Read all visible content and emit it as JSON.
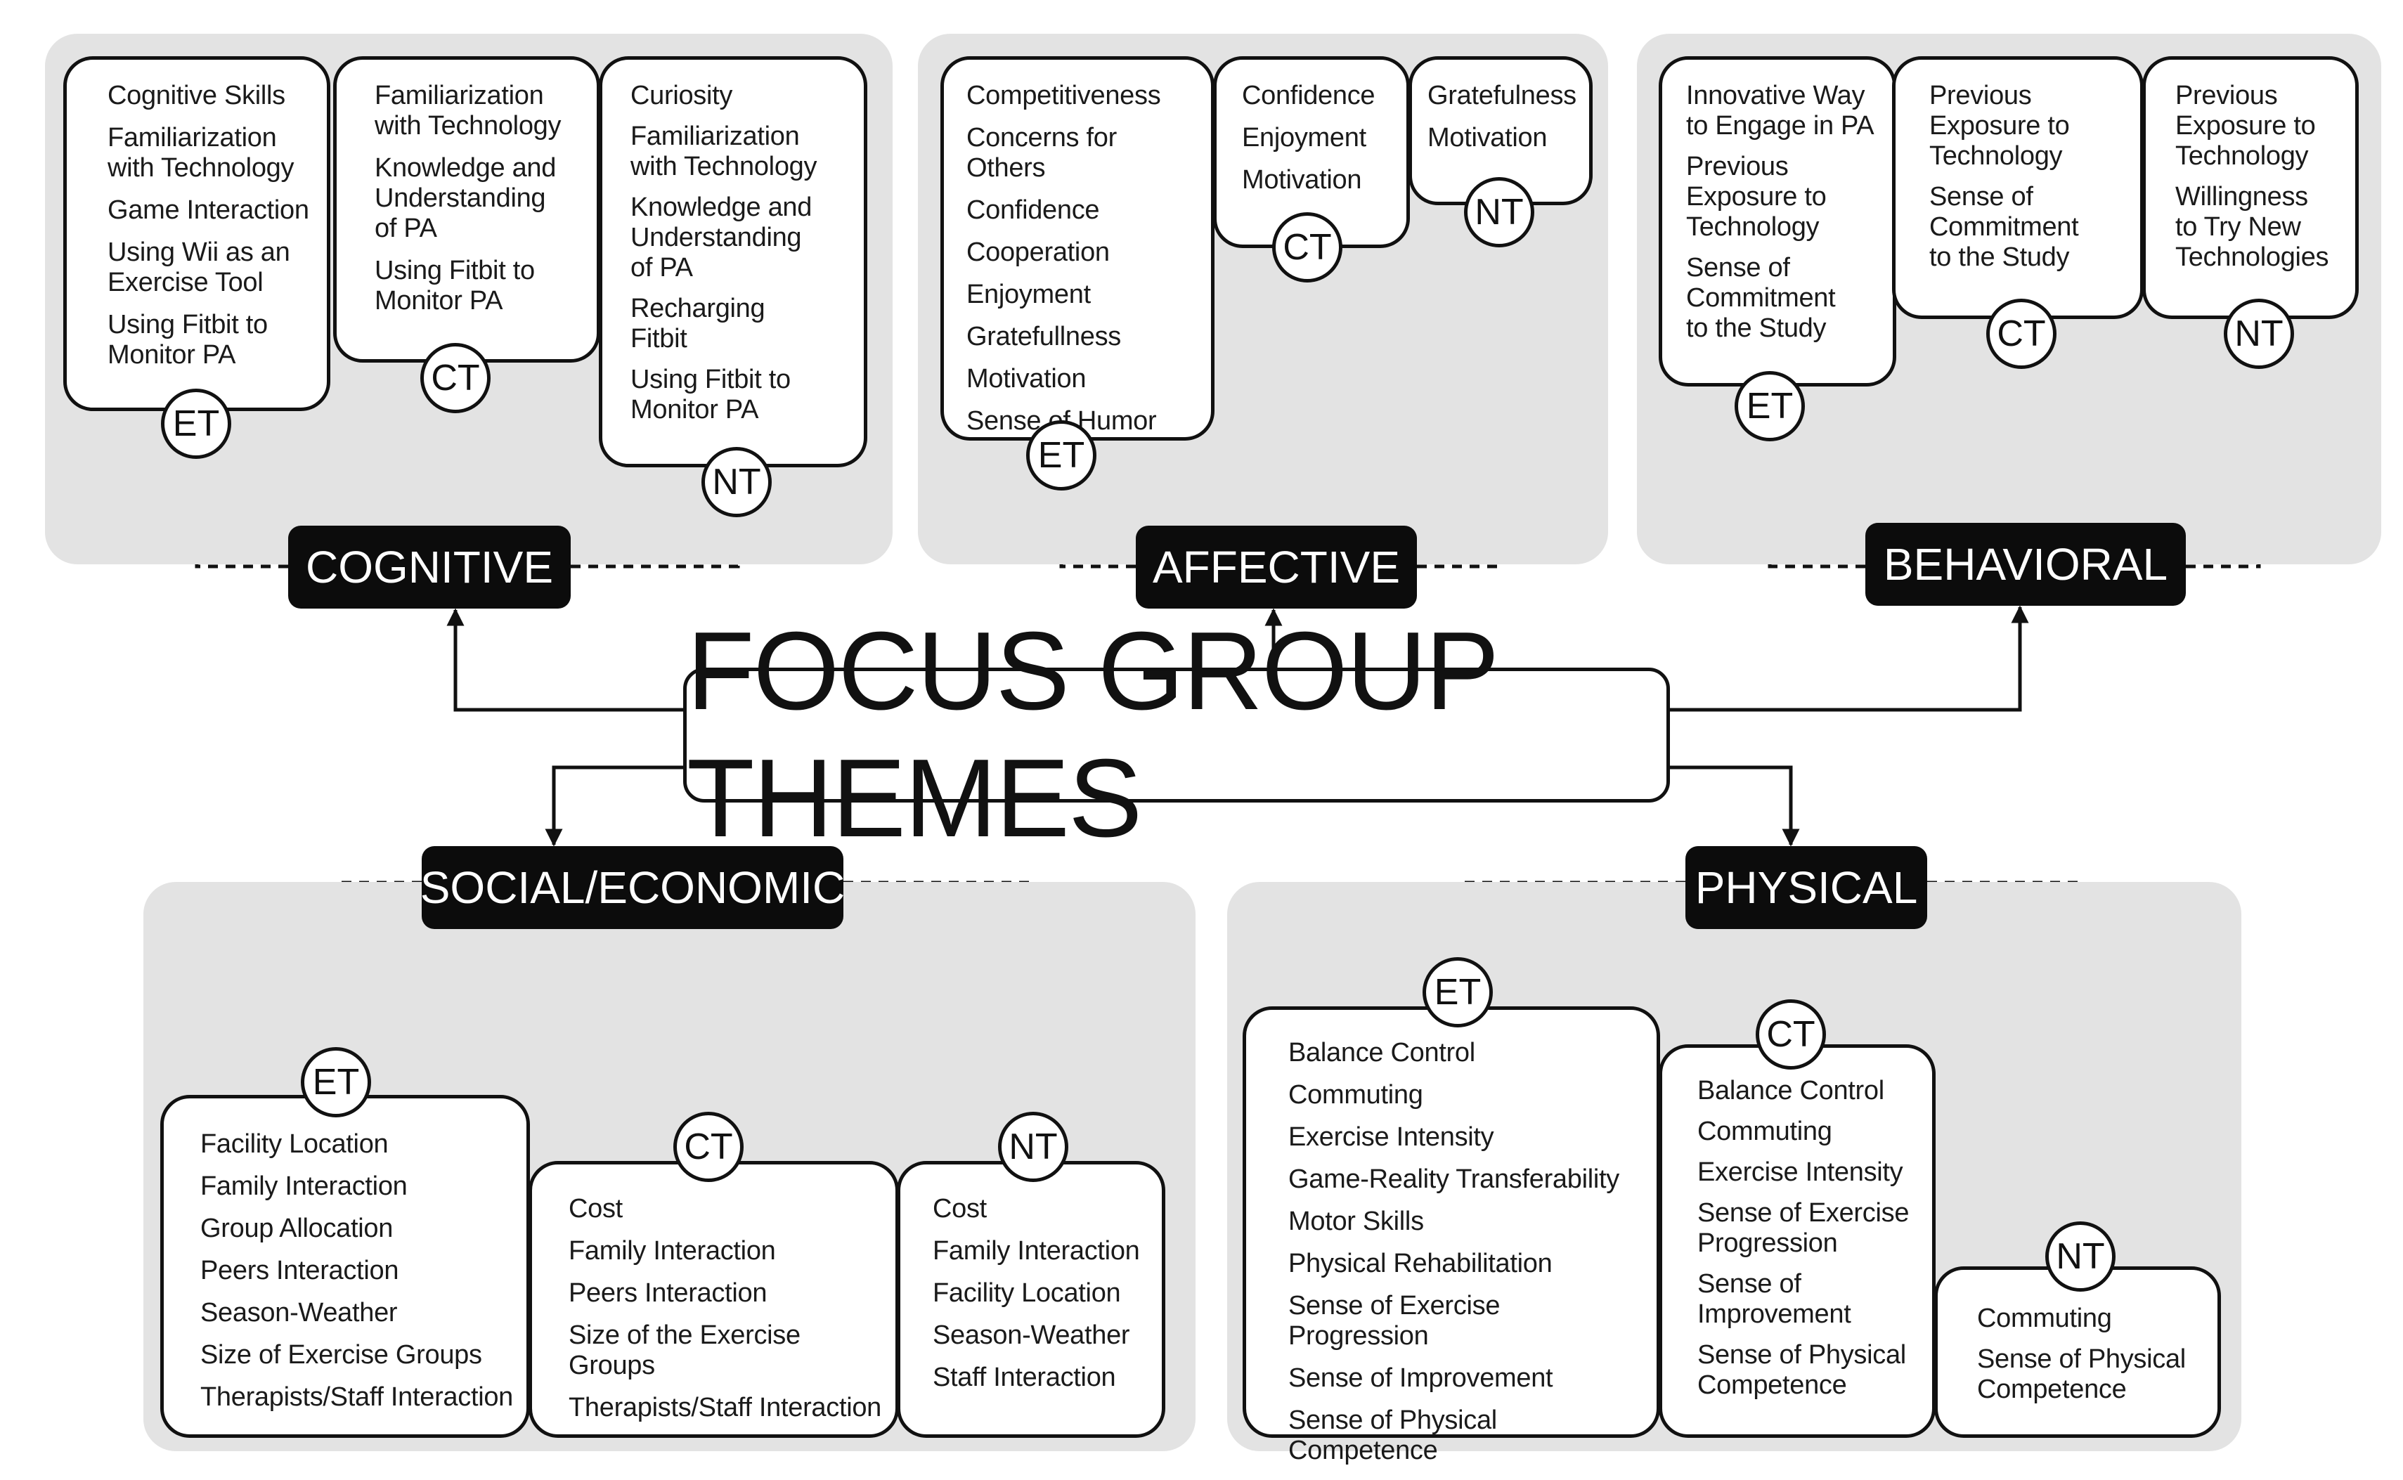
{
  "title": "FOCUS GROUP THEMES",
  "categories": {
    "cognitive": {
      "label": "COGNITIVE",
      "groups": {
        "et": {
          "badge": "ET",
          "items": [
            "Cognitive Skills",
            "Familiarization\nwith Technology",
            "Game Interaction",
            "Using Wii as an\nExercise Tool",
            "Using Fitbit to\nMonitor PA"
          ]
        },
        "ct": {
          "badge": "CT",
          "items": [
            "Familiarization\nwith Technology",
            "Knowledge and\nUnderstanding\nof PA",
            "Using Fitbit to\nMonitor PA"
          ]
        },
        "nt": {
          "badge": "NT",
          "items": [
            "Curiosity",
            "Familiarization\nwith Technology",
            "Knowledge and\nUnderstanding\nof PA",
            "Recharging\nFitbit",
            "Using Fitbit to\nMonitor PA"
          ]
        }
      }
    },
    "affective": {
      "label": "AFFECTIVE",
      "groups": {
        "et": {
          "badge": "ET",
          "items": [
            "Competitiveness",
            "Concerns for Others",
            "Confidence",
            "Cooperation",
            "Enjoyment",
            "Gratefullness",
            "Motivation",
            "Sense of Humor"
          ]
        },
        "ct": {
          "badge": "CT",
          "items": [
            "Confidence",
            "Enjoyment",
            "Motivation"
          ]
        },
        "nt": {
          "badge": "NT",
          "items": [
            "Gratefulness",
            "Motivation"
          ]
        }
      }
    },
    "behavioral": {
      "label": "BEHAVIORAL",
      "groups": {
        "et": {
          "badge": "ET",
          "items": [
            "Innovative Way\nto Engage in PA",
            "Previous\nExposure to\nTechnology",
            "Sense of\nCommitment\nto the Study"
          ]
        },
        "ct": {
          "badge": "CT",
          "items": [
            "Previous\nExposure to\nTechnology",
            "Sense of\nCommitment\nto the Study"
          ]
        },
        "nt": {
          "badge": "NT",
          "items": [
            "Previous\nExposure to\nTechnology",
            "Willingness\nto Try New\nTechnologies"
          ]
        }
      }
    },
    "social_economic": {
      "label": "SOCIAL/ECONOMIC",
      "groups": {
        "et": {
          "badge": "ET",
          "items": [
            "Facility Location",
            "Family Interaction",
            "Group Allocation",
            "Peers Interaction",
            "Season-Weather",
            "Size of Exercise Groups",
            "Therapists/Staff Interaction"
          ]
        },
        "ct": {
          "badge": "CT",
          "items": [
            "Cost",
            "Family Interaction",
            "Peers Interaction",
            "Size of the Exercise Groups",
            "Therapists/Staff Interaction"
          ]
        },
        "nt": {
          "badge": "NT",
          "items": [
            "Cost",
            "Family Interaction",
            "Facility Location",
            "Season-Weather",
            "Staff Interaction"
          ]
        }
      }
    },
    "physical": {
      "label": "PHYSICAL",
      "groups": {
        "et": {
          "badge": "ET",
          "items": [
            "Balance Control",
            "Commuting",
            "Exercise Intensity",
            "Game-Reality Transferability",
            "Motor Skills",
            "Physical Rehabilitation",
            "Sense of Exercise Progression",
            "Sense of Improvement",
            "Sense of Physical Competence"
          ]
        },
        "ct": {
          "badge": "CT",
          "items": [
            "Balance Control",
            "Commuting",
            "Exercise Intensity",
            "Sense of Exercise\nProgression",
            "Sense of\nImprovement",
            "Sense of Physical\nCompetence"
          ]
        },
        "nt": {
          "badge": "NT",
          "items": [
            "Commuting",
            "Sense of Physical\nCompetence"
          ]
        }
      }
    }
  }
}
